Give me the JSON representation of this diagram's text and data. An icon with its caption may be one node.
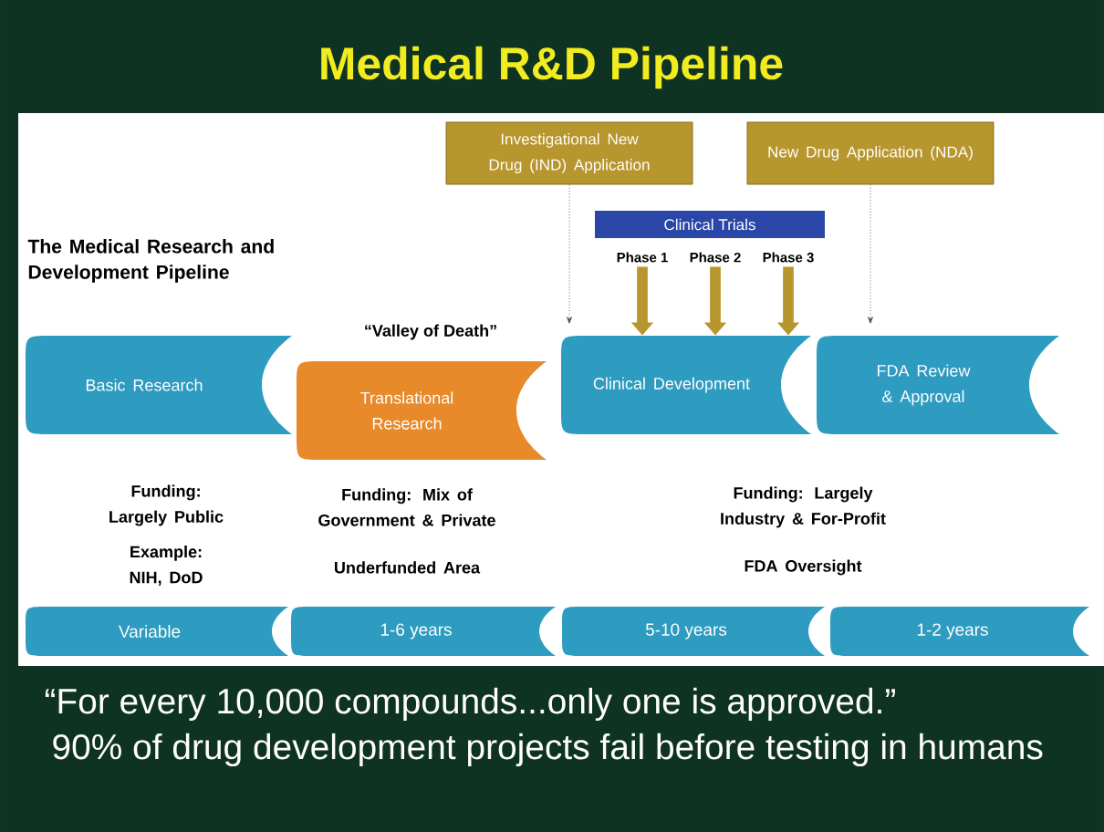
{
  "diagram": {
    "title": "Medical R&D Pipeline",
    "nodes": [
      {
        "text": [
          "Investigational New Drug (IND) Application"
        ]
      },
      {
        "text": [
          "New Drug Application (NDA)"
        ]
      },
      {
        "text": [
          "Clinical Trials"
        ]
      },
      {
        "text": [
          "Phase 1"
        ]
      },
      {
        "text": [
          "Phase 2"
        ]
      },
      {
        "text": [
          "Phase 3"
        ]
      },
      {
        "text": [
          "Basic Research"
        ]
      },
      {
        "text": [
          "Translational Research"
        ],
        "beside": [
          "“Valley of Death”"
        ]
      },
      {
        "text": [
          "Clinical Development"
        ]
      },
      {
        "text": [
          "FDA Review & Approval"
        ]
      },
      {
        "text": [
          "Variable"
        ]
      },
      {
        "text": [
          "1-6 years"
        ]
      },
      {
        "text": [
          "5-10 years"
        ]
      },
      {
        "text": [
          "1-2 years"
        ]
      }
    ],
    "edges": [
      {
        "from": 0,
        "to": 8,
        "arrow": "to",
        "style": "dashed",
        "color": "#555555"
      },
      {
        "from": 1,
        "to": 9,
        "arrow": "to",
        "style": "dashed",
        "color": "#555555"
      },
      {
        "from": 3,
        "to": 8,
        "arrow": "to"
      },
      {
        "from": 4,
        "to": 8,
        "arrow": "to"
      },
      {
        "from": 5,
        "to": 8,
        "arrow": "to"
      }
    ],
    "labels": [
      "The Medical Research and Development Pipeline",
      "Funding: Largely Public",
      "Funding: Mix of Government & Private",
      "Funding: Largely Industry & For-Profit",
      "Example: NIH, DoD",
      "Underfunded Area",
      "FDA Oversight",
      "“For every 10,000 compounds...only one is approved.”",
      "90% of drug development projects fail before testing in humans"
    ]
  }
}
